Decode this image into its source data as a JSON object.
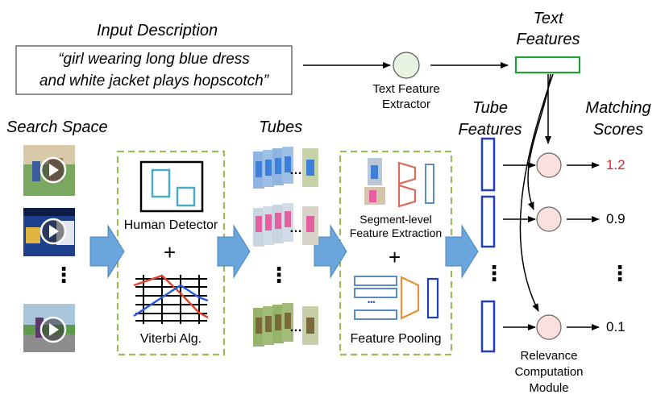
{
  "input_description": {
    "title": "Input Description",
    "quote_line1": "“girl wearing long blue dress",
    "quote_line2": "and white jacket plays hopscotch”"
  },
  "text_feature_extractor": {
    "line1": "Text Feature",
    "line2": "Extractor"
  },
  "text_features": {
    "line1": "Text",
    "line2": "Features"
  },
  "search_space": {
    "title": "Search Space",
    "ellipsis": "⋮"
  },
  "tubes": {
    "title": "Tubes",
    "ellipsis": "⋮",
    "row_ellipsis": "…"
  },
  "tube_features": {
    "line1": "Tube",
    "line2": "Features",
    "ellipsis": "⋮"
  },
  "matching_scores": {
    "line1": "Matching",
    "line2": "Scores",
    "ellipsis": "⋮"
  },
  "detector_box": {
    "human_detector": "Human Detector",
    "plus": "+",
    "viterbi": "Viterbi Alg."
  },
  "feature_box": {
    "segment_line1": "Segment-level",
    "segment_line2": "Feature Extraction",
    "plus": "+",
    "pooling": "Feature Pooling",
    "ellipsis": "•••"
  },
  "relevance_module": {
    "line1": "Relevance",
    "line2": "Computation",
    "line3": "Module"
  },
  "scores": [
    "1.2",
    "0.9",
    "0.1"
  ],
  "colors": {
    "arrow_blue": "#6aa6db",
    "dashed_green": "#9bbb59",
    "text_box_green": "#1f9e3a",
    "tube_feature_blue": "#1f3fbf",
    "score_highlight": "#e02020",
    "match_node_fill": "#fbe0dd",
    "extractor_node_fill": "#e8f4e2",
    "cyan": "#4bacc6",
    "orange": "#e8913a",
    "trapezoid_red": "#d96c5a",
    "viterbi_red": "#e0442a",
    "viterbi_blue": "#2a5bd7"
  }
}
